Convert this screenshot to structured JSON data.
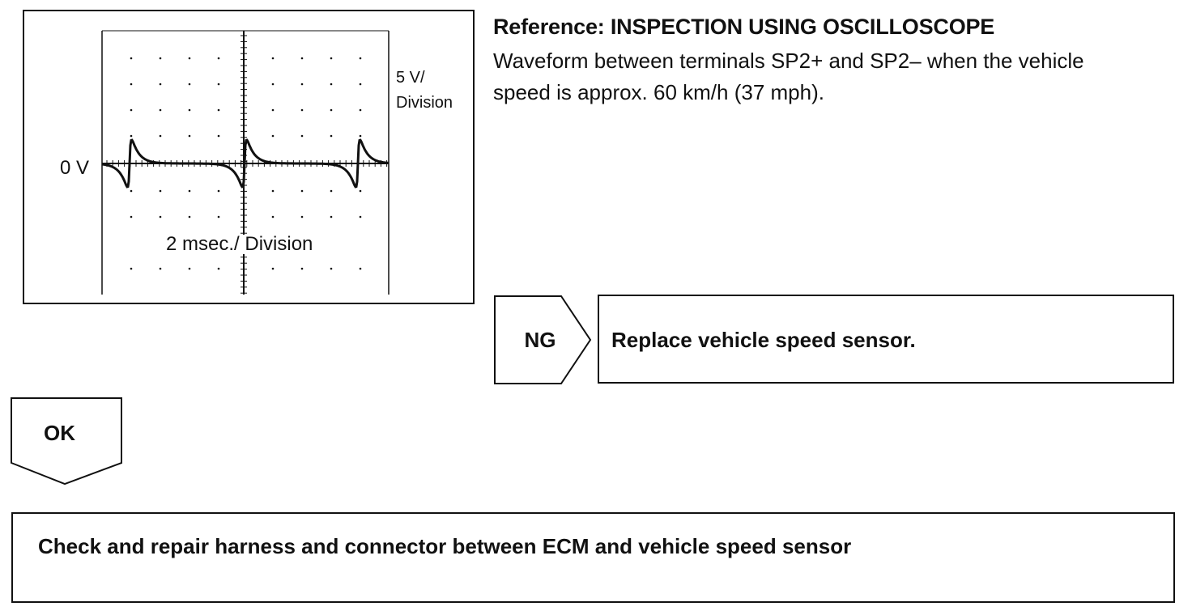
{
  "scope": {
    "zero_label": "0 V",
    "volts_line1": "5 V/",
    "volts_line2": "Division",
    "time_label": "2 msec./ Division"
  },
  "reference": {
    "title": "Reference: INSPECTION USING OSCILLOSCOPE",
    "line1": "Waveform between terminals SP2+ and SP2– when the vehicle",
    "line2": "speed is approx. 60 km/h (37 mph)."
  },
  "flow": {
    "ng_label": "NG",
    "ng_action": "Replace vehicle speed sensor.",
    "ok_label": "OK",
    "ok_action": "Check and repair harness and connector between ECM and vehicle speed sensor"
  }
}
